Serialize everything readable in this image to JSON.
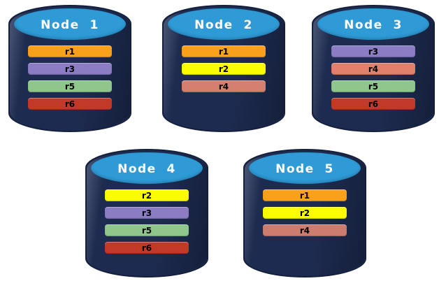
{
  "colors": {
    "canvas_background": "#FFFFFF",
    "cylinder_body": "#1D2B50",
    "cylinder_outline": "#141F3C",
    "cylinder_top": "#2E9BD7",
    "node_label_text": "#FFFFFF",
    "replica_label_text": "#000000"
  },
  "replica_colors": {
    "r1": "#F9A11B",
    "r2": "#FAFC00",
    "r3": "#8B7CC4",
    "r4": "#D5806E",
    "r5": "#8FC68C",
    "r6": "#C23A27"
  },
  "nodes": [
    {
      "label": "Node  1",
      "replicas": [
        {
          "id": "r1",
          "color": "#F9A11B"
        },
        {
          "id": "r3",
          "color": "#8B7CC4"
        },
        {
          "id": "r5",
          "color": "#8FC68C"
        },
        {
          "id": "r6",
          "color": "#C23A27"
        }
      ]
    },
    {
      "label": "Node  2",
      "replicas": [
        {
          "id": "r1",
          "color": "#F9A11B"
        },
        {
          "id": "r2",
          "color": "#FAFC00"
        },
        {
          "id": "r4",
          "color": "#D5806E"
        }
      ]
    },
    {
      "label": "Node  3",
      "replicas": [
        {
          "id": "r3",
          "color": "#8B7CC4"
        },
        {
          "id": "r4",
          "color": "#E0816B"
        },
        {
          "id": "r5",
          "color": "#8FC68C"
        },
        {
          "id": "r6",
          "color": "#C23A27"
        }
      ]
    },
    {
      "label": "Node  4",
      "replicas": [
        {
          "id": "r2",
          "color": "#FAFC00"
        },
        {
          "id": "r3",
          "color": "#8B7CC4"
        },
        {
          "id": "r5",
          "color": "#8FC68C"
        },
        {
          "id": "r6",
          "color": "#C23A27"
        }
      ]
    },
    {
      "label": "Node  5",
      "replicas": [
        {
          "id": "r1",
          "color": "#F9A11B"
        },
        {
          "id": "r2",
          "color": "#FAFC00"
        },
        {
          "id": "r4",
          "color": "#CC7D70"
        }
      ]
    }
  ]
}
